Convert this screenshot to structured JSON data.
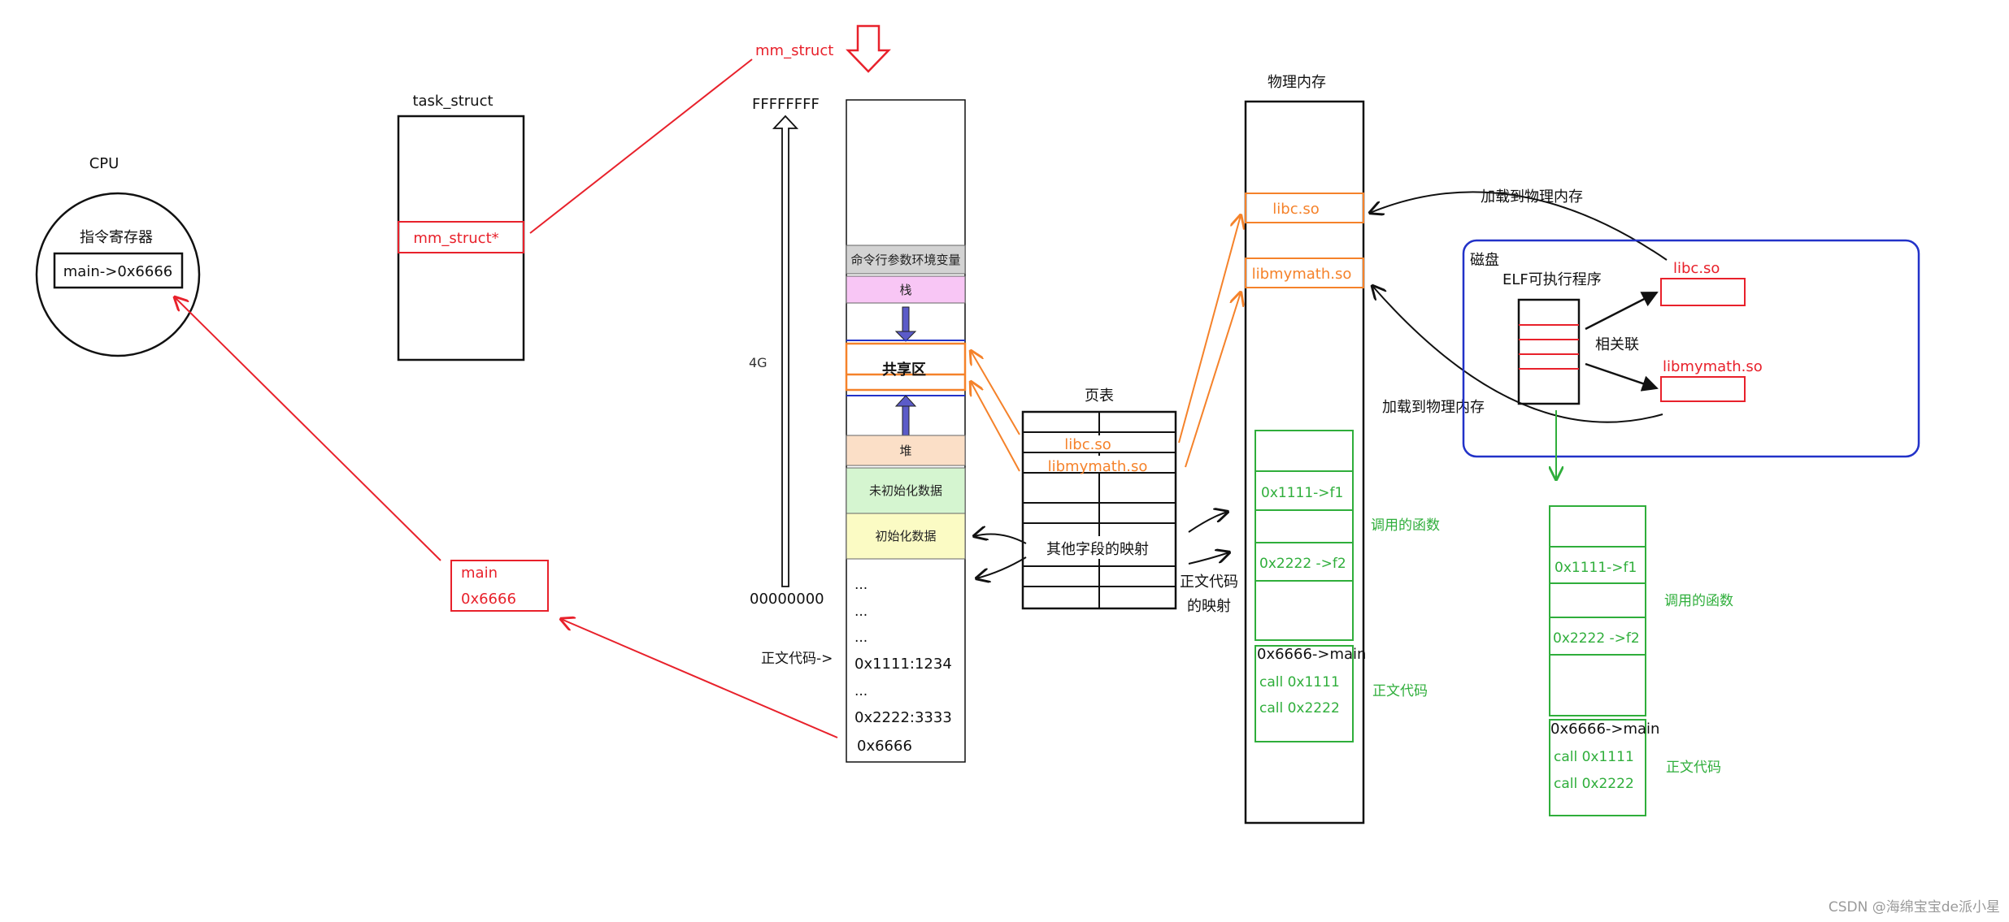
{
  "cpu": {
    "title": "CPU",
    "register_label": "指令寄存器",
    "register_value": "main->0x6666"
  },
  "task_struct": {
    "title": "task_struct",
    "field": "mm_struct*"
  },
  "mm_struct": {
    "label": "mm_struct",
    "top_address": "FFFFFFFF",
    "bottom_address": "00000000",
    "size_label": "4G",
    "regions": {
      "args_env": "命令行参数环境变量",
      "stack": "栈",
      "shared": "共享区",
      "heap": "堆",
      "bss": "未初始化数据",
      "data": "初始化数据"
    },
    "code_lines": [
      "...",
      "...",
      "...",
      "0x1111:1234",
      "...",
      "0x2222:3333",
      "0x6666"
    ],
    "code_label": "正文代码->"
  },
  "main_box": {
    "line1": "main",
    "line2": "0x6666"
  },
  "page_table": {
    "title": "页表",
    "libc": "libc.so",
    "libmymath": "libmymath.so",
    "other_mapping": "其他字段的映射",
    "side_text_line1": "正文代码",
    "side_text_line2": "的映射"
  },
  "physical_memory": {
    "title": "物理内存",
    "libc": "libc.so",
    "libmymath": "libmymath.so",
    "func1": "0x1111->f1",
    "func2": "0x2222 ->f2",
    "called_functions": "调用的函数",
    "main_line": "0x6666->main",
    "call1": "call 0x1111",
    "call2": "call 0x2222",
    "code_label": "正文代码"
  },
  "load_labels": {
    "top": "加载到物理内存",
    "bottom": "加载到物理内存"
  },
  "disk": {
    "title": "磁盘",
    "elf_label": "ELF可执行程序",
    "libc": "libc.so",
    "libmymath": "libmymath.so",
    "associated": "相关联"
  },
  "disk_program": {
    "func1": "0x1111->f1",
    "func2": "0x2222 ->f2",
    "called_functions": "调用的函数",
    "main_line": "0x6666->main",
    "call1": "call 0x1111",
    "call2": "call 0x2222",
    "code_label": "正文代码"
  },
  "watermark": "CSDN @海绵宝宝de派小星",
  "colors": {
    "red": "#e8212b",
    "orange": "#f5822a",
    "green": "#2fae3b",
    "blue": "#2232c8",
    "purple": "#5b5bc8",
    "args_fill": "#d3d3d3",
    "stack_fill": "#f8c6f5",
    "heap_fill": "#fbdfc7",
    "bss_fill": "#d5f5d0",
    "data_fill": "#fbfbc4"
  }
}
